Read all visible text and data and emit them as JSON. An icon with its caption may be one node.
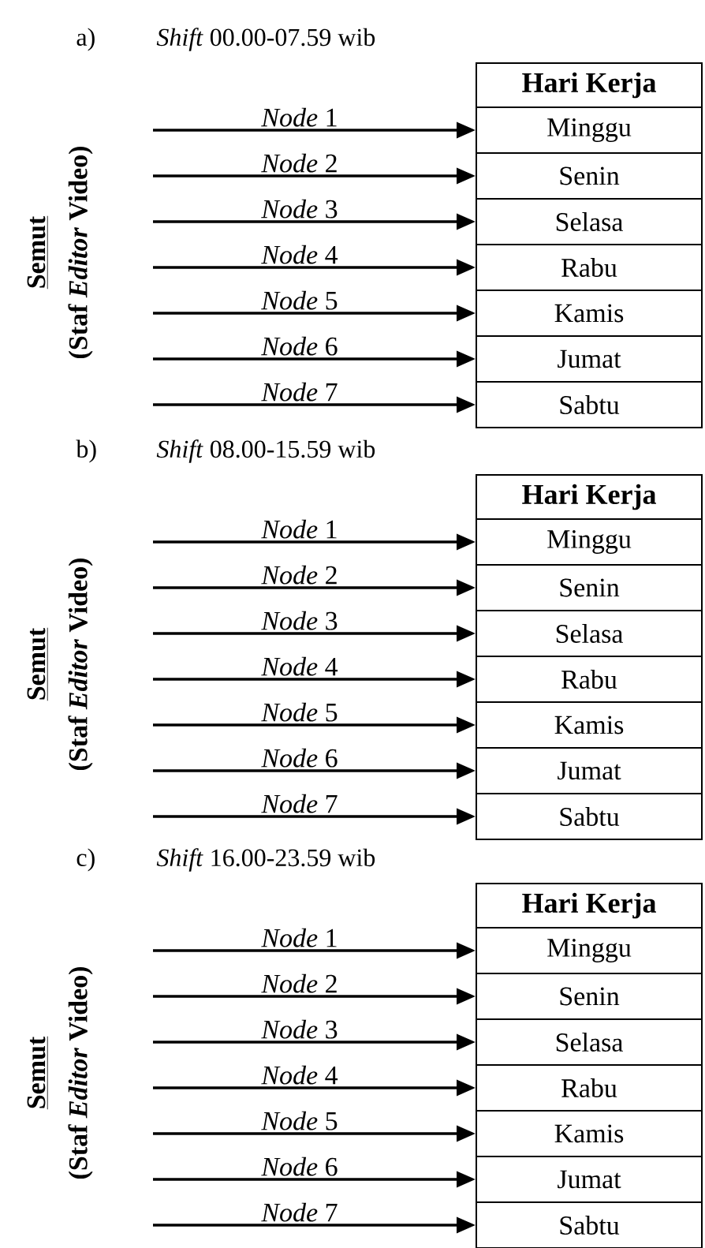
{
  "diagram": {
    "nodes": [
      {
        "text": [
          "Hari Kerja"
        ]
      },
      {
        "text": [
          "Minggu"
        ]
      },
      {
        "text": [
          "Senin"
        ]
      },
      {
        "text": [
          "Selasa"
        ]
      },
      {
        "text": [
          "Rabu"
        ]
      },
      {
        "text": [
          "Kamis"
        ]
      },
      {
        "text": [
          "Jumat"
        ]
      },
      {
        "text": [
          "Sabtu"
        ]
      },
      {
        "text": [
          "Hari Kerja"
        ]
      },
      {
        "text": [
          "Minggu"
        ]
      },
      {
        "text": [
          "Senin"
        ]
      },
      {
        "text": [
          "Selasa"
        ]
      },
      {
        "text": [
          "Rabu"
        ]
      },
      {
        "text": [
          "Kamis"
        ]
      },
      {
        "text": [
          "Jumat"
        ]
      },
      {
        "text": [
          "Sabtu"
        ]
      },
      {
        "text": [
          "Hari Kerja"
        ]
      },
      {
        "text": [
          "Minggu"
        ]
      },
      {
        "text": [
          "Senin"
        ]
      },
      {
        "text": [
          "Selasa"
        ]
      },
      {
        "text": [
          "Rabu"
        ]
      },
      {
        "text": [
          "Kamis"
        ]
      },
      {
        "text": [
          "Jumat"
        ]
      },
      {
        "text": [
          "Sabtu"
        ]
      }
    ],
    "edges": [
      {
        "from": null,
        "to": 1,
        "arrow": "to",
        "label": "*Node* 1"
      },
      {
        "from": null,
        "to": 2,
        "arrow": "to",
        "label": "*Node* 2"
      },
      {
        "from": null,
        "to": 3,
        "arrow": "to",
        "label": "*Node* 3"
      },
      {
        "from": null,
        "to": 4,
        "arrow": "to",
        "label": "*Node* 4"
      },
      {
        "from": null,
        "to": 5,
        "arrow": "to",
        "label": "*Node* 5"
      },
      {
        "from": null,
        "to": 6,
        "arrow": "to",
        "label": "*Node* 6"
      },
      {
        "from": null,
        "to": 7,
        "arrow": "to",
        "label": "*Node* 7"
      },
      {
        "from": null,
        "to": 9,
        "arrow": "to",
        "label": "*Node* 1"
      },
      {
        "from": null,
        "to": 10,
        "arrow": "to",
        "label": "*Node* 2"
      },
      {
        "from": null,
        "to": 11,
        "arrow": "to",
        "label": "*Node* 3"
      },
      {
        "from": null,
        "to": 12,
        "arrow": "to",
        "label": "*Node* 4"
      },
      {
        "from": null,
        "to": 13,
        "arrow": "to",
        "label": "*Node* 5"
      },
      {
        "from": null,
        "to": 14,
        "arrow": "to",
        "label": "*Node* 6"
      },
      {
        "from": null,
        "to": 15,
        "arrow": "to",
        "label": "*Node* 7"
      },
      {
        "from": null,
        "to": 17,
        "arrow": "to",
        "label": "*Node* 1"
      },
      {
        "from": null,
        "to": 18,
        "arrow": "to",
        "label": "*Node* 2"
      },
      {
        "from": null,
        "to": 19,
        "arrow": "to",
        "label": "*Node* 3"
      },
      {
        "from": null,
        "to": 20,
        "arrow": "to",
        "label": "*Node* 4"
      },
      {
        "from": null,
        "to": 21,
        "arrow": "to",
        "label": "*Node* 5"
      },
      {
        "from": null,
        "to": 22,
        "arrow": "to",
        "label": "*Node* 6"
      },
      {
        "from": null,
        "to": 23,
        "arrow": "to",
        "label": "*Node* 7"
      }
    ],
    "labels": [
      "a)",
      "*Shift* 00.00-07.59 wib",
      "Semut",
      "(Staf *Editor* Video)",
      "b)",
      "*Shift* 08.00-15.59 wib",
      "Semut",
      "(Staf *Editor* Video)",
      "c)",
      "*Shift* 16.00-23.59 wib",
      "Semut",
      "(Staf *Editor* Video)"
    ]
  }
}
